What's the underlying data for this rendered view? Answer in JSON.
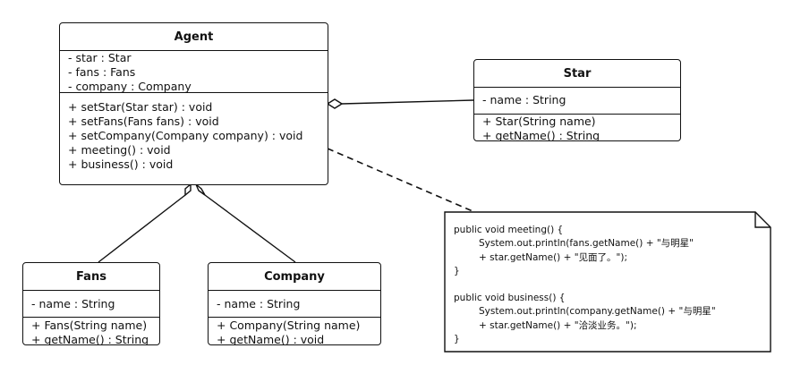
{
  "classes": {
    "agent": {
      "name": "Agent",
      "attributes": [
        "- star : Star",
        "- fans : Fans",
        "- company : Company"
      ],
      "operations": [
        "+ setStar(Star star) : void",
        "+ setFans(Fans fans) : void",
        "+ setCompany(Company company) : void",
        "+ meeting() : void",
        "+ business() : void"
      ]
    },
    "star": {
      "name": "Star",
      "attributes": [
        "- name : String"
      ],
      "operations": [
        "+ Star(String name)",
        "+ getName() : String"
      ]
    },
    "fans": {
      "name": "Fans",
      "attributes": [
        "- name : String"
      ],
      "operations": [
        "+ Fans(String name)",
        "+ getName() : String"
      ]
    },
    "company": {
      "name": "Company",
      "attributes": [
        "- name : String"
      ],
      "operations": [
        "+ Company(String name)",
        "+ getName() : void"
      ]
    }
  },
  "note": {
    "lines": [
      "public void meeting() {",
      "System.out.println(fans.getName() + \"与明星\"",
      "+ star.getName() + \"见面了。\");",
      "}",
      "",
      "public void business() {",
      "System.out.println(company.getName() + \"与明星\"",
      "+ star.getName() + \"洽淡业务。\");",
      "}"
    ]
  },
  "relations": [
    {
      "from": "star",
      "to": "agent",
      "type": "aggregation"
    },
    {
      "from": "fans",
      "to": "agent",
      "type": "aggregation"
    },
    {
      "from": "company",
      "to": "agent",
      "type": "aggregation"
    },
    {
      "from": "note",
      "to": "agent",
      "type": "note-link"
    }
  ],
  "colors": {
    "stroke": "#111111",
    "background": "#ffffff"
  }
}
